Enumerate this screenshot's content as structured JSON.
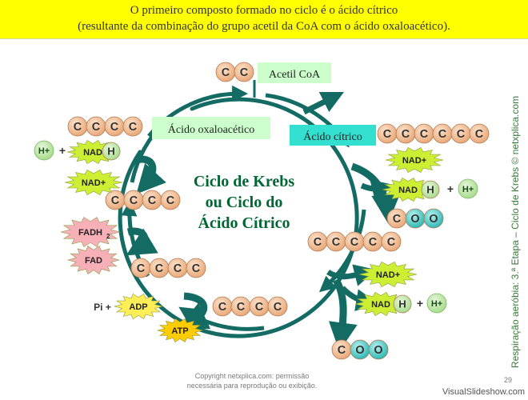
{
  "banner": {
    "line1": "O primeiro composto formado no ciclo é o ácido cítrico",
    "line2": "(resultante da combinação do grupo acetil da CoA com o ácido oxaloacético)."
  },
  "center_title": {
    "line1": "Ciclo de Krebs",
    "line2": "ou Ciclo do",
    "line3": "Ácido Cítrico"
  },
  "labels": {
    "acetil": "Acetil CoA",
    "oxaloacetico": "Ácido oxaloacético",
    "citrico": "Ácido cítrico"
  },
  "carbon_letter": "C",
  "oxygen_letter": "O",
  "hydrogen_letter": "H",
  "molecules": {
    "nad_plus": "NAD+",
    "nad": "NAD",
    "h_plus": "H+",
    "fadh": "FADH",
    "fadh_sub": "2",
    "fad": "FAD",
    "adp": "ADP",
    "atp": "ATP",
    "pi": "Pi +",
    "plus": "+"
  },
  "side_title": "Respiração aeróbia: 3.ª Etapa – Ciclo de Krebs © netxplica.com",
  "footer": {
    "copyright_line1": "Copyright netxplica.com: permissão",
    "copyright_line2": "necessária para reprodução ou exibição.",
    "page_number": "29",
    "watermark": "VisualSlideshow.com"
  },
  "colors": {
    "banner": "#ffff00",
    "arrow": "#136b63",
    "carbon_fill": "#f2be92",
    "oxygen_fill": "#5fd0cc",
    "label_green": "#ccffcc",
    "label_cyan": "#33e0d0",
    "nad_starburst": "#ccee33",
    "fad_starburst": "#f7b0b8",
    "adp_starburst": "#ffee55",
    "atp_starburst": "#ffcc00",
    "h_plus_fill": "#bde9a6",
    "title_green": "#006633"
  }
}
